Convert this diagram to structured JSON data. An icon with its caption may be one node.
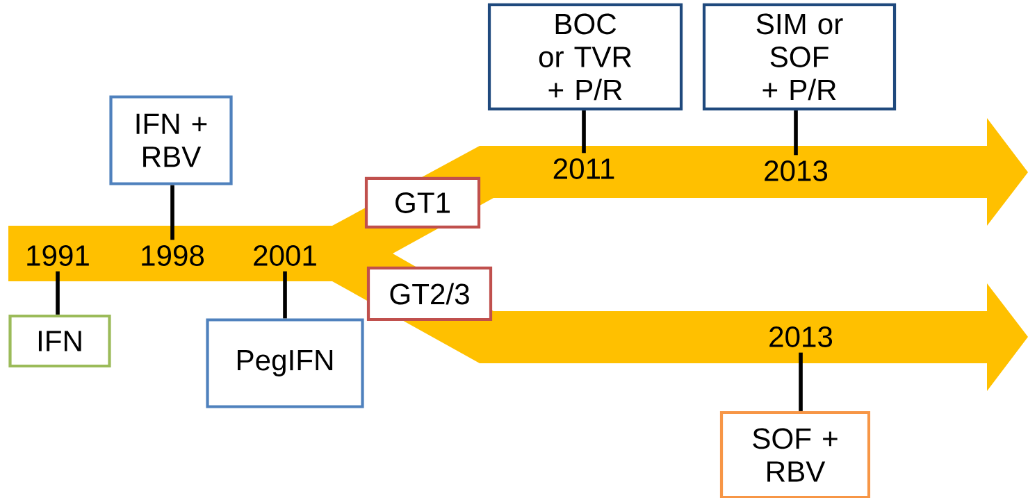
{
  "diagram": {
    "nodes": [
      {
        "text": [
          "IFN + RBV"
        ]
      },
      {
        "text": [
          "1991"
        ]
      },
      {
        "text": [
          "1998"
        ]
      },
      {
        "text": [
          "2001"
        ]
      },
      {
        "text": [
          "IFN"
        ]
      },
      {
        "text": [
          "PegIFN"
        ]
      },
      {
        "text": [
          "GT1"
        ]
      },
      {
        "text": [
          "GT2/3"
        ]
      },
      {
        "text": [
          "BOC or TVR + P/R"
        ]
      },
      {
        "text": [
          "2011"
        ]
      },
      {
        "text": [
          "SIM or SOF + P/R"
        ]
      },
      {
        "text": [
          "2013"
        ]
      },
      {
        "text": [
          "2013"
        ]
      },
      {
        "text": [
          "SOF + RBV"
        ]
      }
    ],
    "edges": [
      {
        "from": 1,
        "to": 4,
        "arrow": "none"
      },
      {
        "from": 2,
        "to": 0,
        "arrow": "none"
      },
      {
        "from": 3,
        "to": 5,
        "arrow": "none"
      },
      {
        "from": 9,
        "to": 8,
        "arrow": "none"
      },
      {
        "from": 11,
        "to": 10,
        "arrow": "none"
      },
      {
        "from": 12,
        "to": 13,
        "arrow": "none"
      }
    ]
  }
}
